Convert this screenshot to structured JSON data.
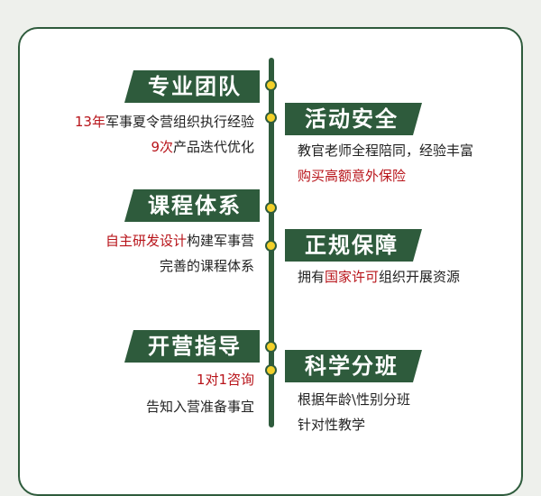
{
  "sections": {
    "team": {
      "title": "专业团队",
      "line1_red": "13年",
      "line1_rest": "军事夏令营组织执行经验",
      "line2_red": "9次",
      "line2_rest": "产品迭代优化"
    },
    "safety": {
      "title": "活动安全",
      "line1": "教官老师全程陪同，经验丰富",
      "line2_red": "购买高额意外保险"
    },
    "course": {
      "title": "课程体系",
      "line1_red": "自主研发设计",
      "line1_rest": "构建军事营",
      "line2": "完善的课程体系"
    },
    "guarantee": {
      "title": "正规保障",
      "line1_pre": "拥有",
      "line1_red": "国家许可",
      "line1_rest": "组织开展资源"
    },
    "guide": {
      "title": "开营指导",
      "line1_red": "1对1咨询",
      "line2": "告知入营准备事宜"
    },
    "class": {
      "title": "科学分班",
      "line1": "根据年龄\\性别分班",
      "line2": "针对性教学"
    }
  },
  "colors": {
    "accent_green": "#2e5b3c",
    "highlight_red": "#b8141a",
    "dot_yellow": "#f3d02a"
  }
}
